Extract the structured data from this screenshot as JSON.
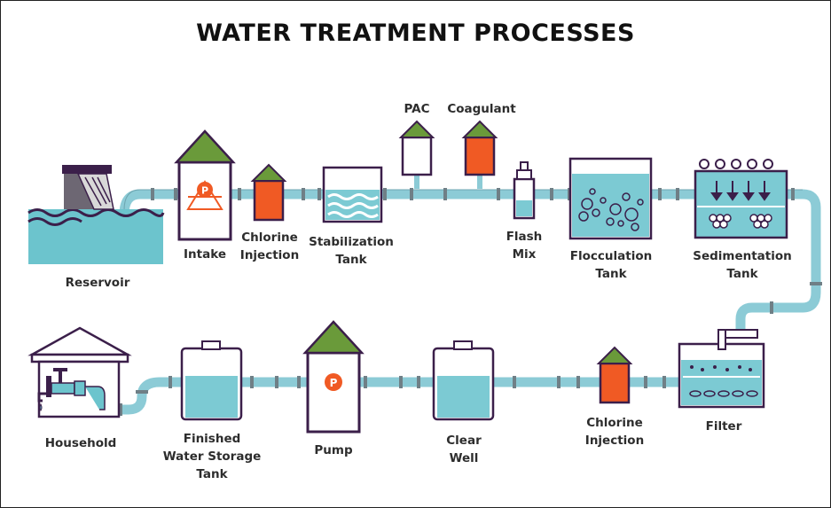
{
  "title": "WATER TREATMENT PROCESSES",
  "colors": {
    "pipe": "#8ccbd6",
    "pipe_joint": "#6f7f86",
    "water": "#7ccad3",
    "outline": "#3b1f4a",
    "roof": "#6a9a3a",
    "chemical": "#f05a24",
    "reservoir": "#6cc4cd",
    "dam": "#6d6773"
  },
  "labels": {
    "reservoir": "Reservoir",
    "intake": "Intake",
    "chlorine_injection_top": "Chlorine\nInjection",
    "stabilization_tank": "Stabilization\nTank",
    "pac": "PAC",
    "coagulant": "Coagulant",
    "flash_mix": "Flash\nMix",
    "flocculation_tank": "Flocculation\nTank",
    "sedimentation_tank": "Sedimentation\nTank",
    "filter": "Filter",
    "chlorine_injection_bottom": "Chlorine\nInjection",
    "clear_well": "Clear\nWell",
    "pump": "Pump",
    "finished_water_storage_tank": "Finished\nWater Storage\nTank",
    "household": "Household"
  },
  "pump_symbol": "P",
  "icons": [
    "dam-icon",
    "intake-icon",
    "chlorine-tank-icon",
    "stabilization-tank-icon",
    "pac-tank-icon",
    "coagulant-tank-icon",
    "flash-mix-icon",
    "flocculation-tank-icon",
    "sedimentation-tank-icon",
    "filter-icon",
    "clear-well-icon",
    "pump-icon",
    "storage-tank-icon",
    "house-icon",
    "faucet-icon"
  ]
}
